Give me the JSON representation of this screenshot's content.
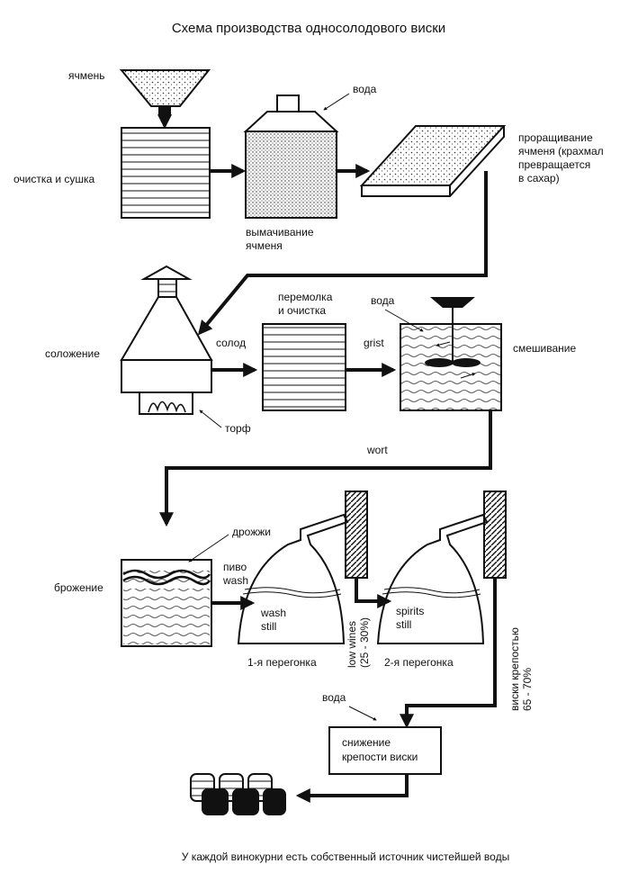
{
  "title": "Схема производства односолодового виски",
  "footer": "У каждой винокурни есть собственный источник чистейшей воды",
  "labels": {
    "barley": "ячмень",
    "cleaning": "очистка и сушка",
    "water1": "вода",
    "steeping": [
      "вымачивание",
      "ячменя"
    ],
    "germination": [
      "проращивание",
      "ячменя (крахмал",
      "превращается",
      "в сахар)"
    ],
    "malting": "соложение",
    "malt": "солод",
    "milling": [
      "перемолка",
      "и очистка"
    ],
    "water2": "вода",
    "grist": "grist",
    "mashing": "смешивание",
    "peat": "торф",
    "wort": "wort",
    "yeast": "дрожжи",
    "fermentation": "брожение",
    "beer": [
      "пиво",
      "wash"
    ],
    "wash_still": [
      "wash",
      "still"
    ],
    "spirits_still": [
      "spirits",
      "still"
    ],
    "first_distillation": "1-я перегонка",
    "second_distillation": "2-я перегонка",
    "low_wines": [
      "low wines",
      "(25 - 30%)"
    ],
    "whisky_strength": [
      "виски крепостью",
      "65 - 70%"
    ],
    "water3": "вода",
    "dilution": [
      "снижение",
      "крепости виски"
    ]
  }
}
